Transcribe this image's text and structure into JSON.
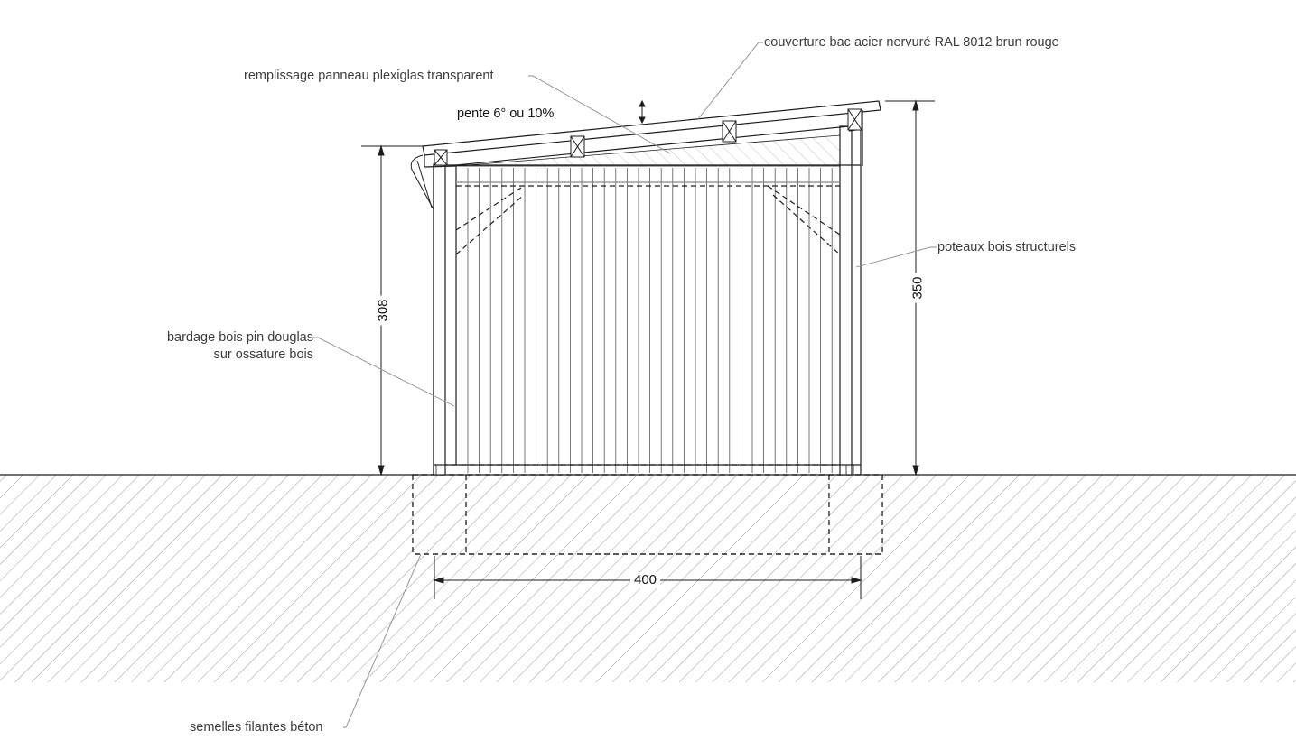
{
  "drawing": {
    "labels": {
      "roof_covering": "couverture bac acier nervuré RAL 8012 brun rouge",
      "infill_panel": "remplissage panneau plexiglas transparent",
      "slope": "pente 6° ou 10%",
      "posts": "poteaux bois structurels",
      "cladding_line1": "bardage bois pin douglas",
      "cladding_line2": "sur ossature bois",
      "footings": "semelles filantes béton"
    },
    "dimensions": {
      "left_height": "308",
      "right_height": "350",
      "width": "400"
    },
    "colors": {
      "line": "#1e1e1e",
      "leader": "#8c8c8c",
      "hatch": "#9a9a9a"
    }
  }
}
